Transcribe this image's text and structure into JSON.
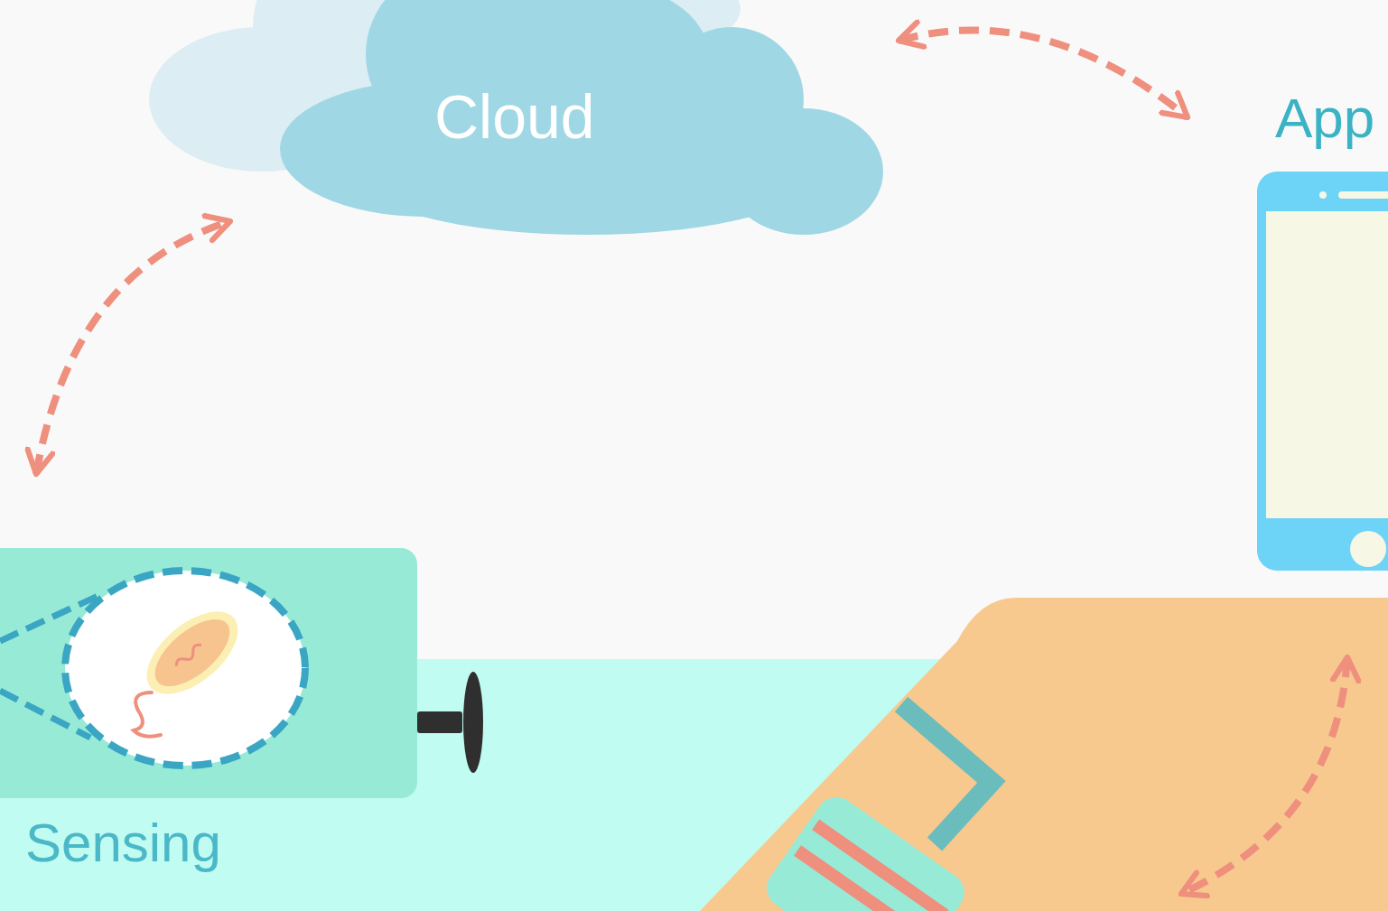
{
  "diagram": {
    "nodes": [
      {
        "text": [
          "Cloud"
        ]
      },
      {
        "text": [
          "App"
        ]
      },
      {
        "text": [
          "Sensing"
        ]
      }
    ],
    "edges": [
      {
        "from": 2,
        "to": 0,
        "arrow": "both"
      },
      {
        "from": 0,
        "to": 1,
        "arrow": "both"
      }
    ]
  }
}
